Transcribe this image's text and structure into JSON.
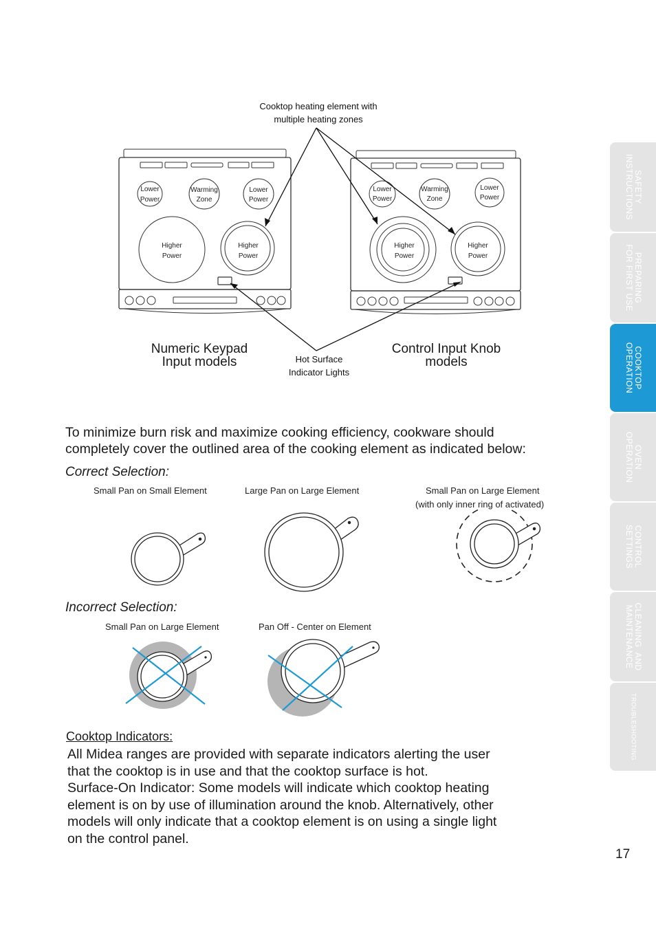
{
  "diagram": {
    "callout_top": [
      "Cooktop heating element with",
      "multiple heating zones"
    ],
    "callout_bottom": [
      "Hot Surface",
      "Indicator Lights"
    ],
    "model_left": [
      "Numeric Keypad",
      "Input models"
    ],
    "model_right": [
      "Control Input Knob",
      "models"
    ],
    "zone_lower": [
      "Lower",
      "Power"
    ],
    "zone_warming": [
      "Warming",
      "Zone"
    ],
    "zone_higher": [
      "Higher",
      "Power"
    ]
  },
  "intro_line1": "To minimize burn risk and maximize cooking efficiency, cookware should",
  "intro_line2": "completely cover the outlined area of the cooking element as indicated below:",
  "correct": {
    "heading": "Correct Selection:",
    "captions": [
      "Small Pan on Small Element",
      "Large Pan on Large Element",
      "Small Pan on Large Element"
    ],
    "note": "(with  only inner ring of  activated)"
  },
  "incorrect": {
    "heading": "Incorrect Selection:",
    "captions": [
      "Small Pan on Large Element",
      "Pan Off - Center on Element"
    ]
  },
  "indicators": {
    "heading": "Cooktop Indicators:",
    "lines": [
      "All Midea ranges are provided with separate indicators alerting the user",
      "that the cooktop is in use and that the cooktop surface is hot.",
      "Surface-On Indicator: Some models will indicate which cooktop heating",
      "element is on by use of illumination around the knob. Alternatively, other",
      "models will only indicate that a cooktop element is on using a single light",
      "on the control panel."
    ]
  },
  "page_number": "17",
  "tabs": [
    {
      "label": "SAFETY\nINSTRUCTIONS",
      "active": false
    },
    {
      "label": "PREPARING\nFOR FIRST USE",
      "active": false
    },
    {
      "label": "COOKTOP\nOPERATION",
      "active": true
    },
    {
      "label": "OVEN\nOPERATION",
      "active": false
    },
    {
      "label": "CONTROL\nSETTINGS",
      "active": false
    },
    {
      "label": "CLEANING  AND\nMAINTENANCE",
      "active": false
    },
    {
      "label": "TROUBLESHOOTING",
      "active": false
    }
  ],
  "colors": {
    "accent": "#1d9ad6",
    "tab_gray": "#e4e4e4",
    "cross": "#1d9ad6",
    "shadow": "#b5b5b5"
  }
}
